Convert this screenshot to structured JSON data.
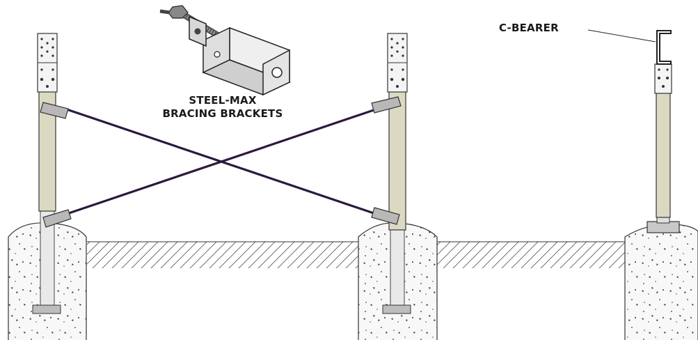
{
  "labels": {
    "brackets_line1": "STEEL-MAX",
    "brackets_line2": "BRACING BRACKETS",
    "bearer": "C-BEARER"
  },
  "colors": {
    "post_fill": "#dcd9c2",
    "post_stroke": "#333333",
    "brace": "#2b1a3d",
    "bracket_fill": "#b8b8b8",
    "footing_fill": "#f7f7f7",
    "ground_hatch": "#555555"
  }
}
